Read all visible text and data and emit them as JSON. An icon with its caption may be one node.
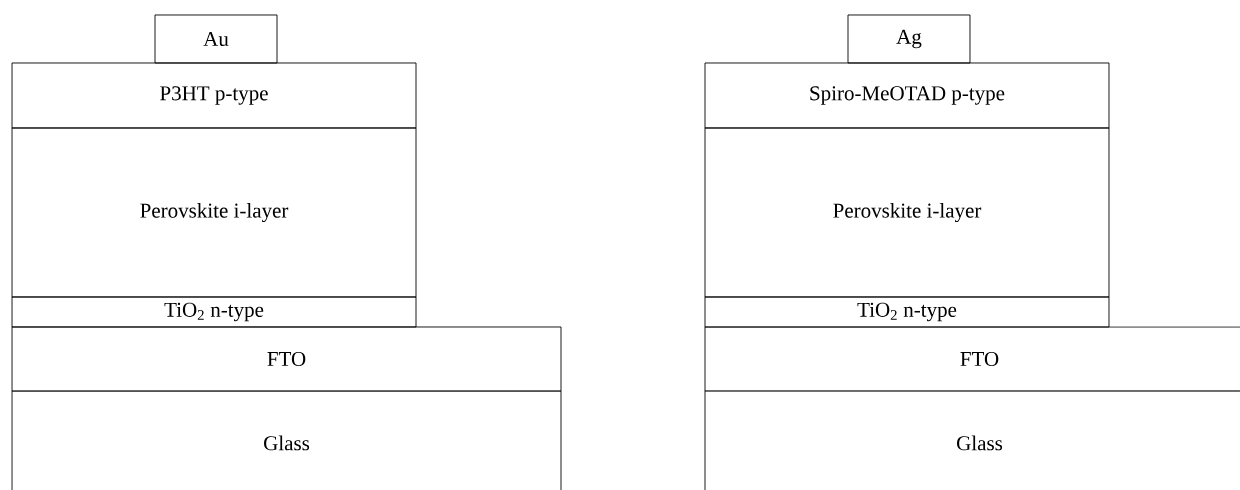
{
  "diagram": {
    "nodes": [
      {
        "text": [
          "Au"
        ]
      },
      {
        "text": [
          "P3HT p-type"
        ]
      },
      {
        "text": [
          "Perovskite i-layer"
        ]
      },
      {
        "text": [
          "TiO$_{2}$ n-type"
        ]
      },
      {
        "text": [
          "FTO"
        ]
      },
      {
        "text": [
          "Glass"
        ]
      },
      {
        "text": [
          "Ag"
        ]
      },
      {
        "text": [
          "Spiro-MeOTAD  p-type"
        ]
      },
      {
        "text": [
          "Perovskite i-layer"
        ]
      },
      {
        "text": [
          "TiO$_{2}$ n-type"
        ]
      },
      {
        "text": [
          "FTO"
        ]
      },
      {
        "text": [
          "Glass"
        ]
      }
    ]
  }
}
